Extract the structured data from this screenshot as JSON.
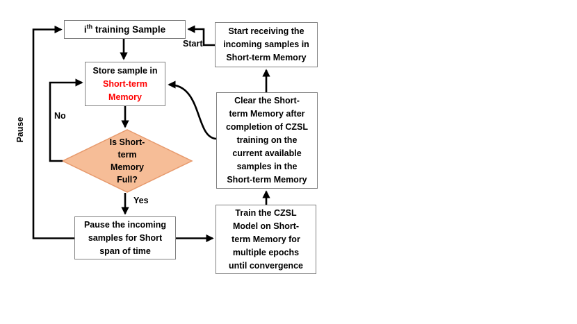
{
  "nodes": {
    "sample": {
      "pre": "i",
      "sup": "th",
      "post": " training Sample"
    },
    "store": {
      "lines": [
        "Store sample in",
        "Short-term",
        "Memory"
      ]
    },
    "decision": {
      "lines": [
        "Is Short-",
        "term",
        "Memory",
        "Full?"
      ]
    },
    "pause_box": {
      "lines": [
        "Pause the incoming",
        "samples for Short",
        "span of time"
      ]
    },
    "start_box": {
      "lines": [
        "Start receiving the",
        "incoming samples in",
        "Short-term Memory"
      ]
    },
    "clear_box": {
      "lines": [
        "Clear the Short-",
        "term Memory after",
        "completion of CZSL",
        "training on the",
        "current available",
        "samples in the",
        "Short-term Memory"
      ]
    },
    "train_box": {
      "lines": [
        "Train the CZSL",
        "Model on Short-",
        "term Memory for",
        "multiple epochs",
        "until convergence"
      ]
    }
  },
  "edge_labels": {
    "pause": "Pause",
    "no": "No",
    "yes": "Yes",
    "start": "Start"
  },
  "colors": {
    "box_border": "#7F7F7F",
    "diamond_fill": "#F6BD97",
    "diamond_border": "#E79A6D",
    "memory_red": "#FF0000",
    "line": "#000000",
    "background": "#FFFFFF"
  }
}
